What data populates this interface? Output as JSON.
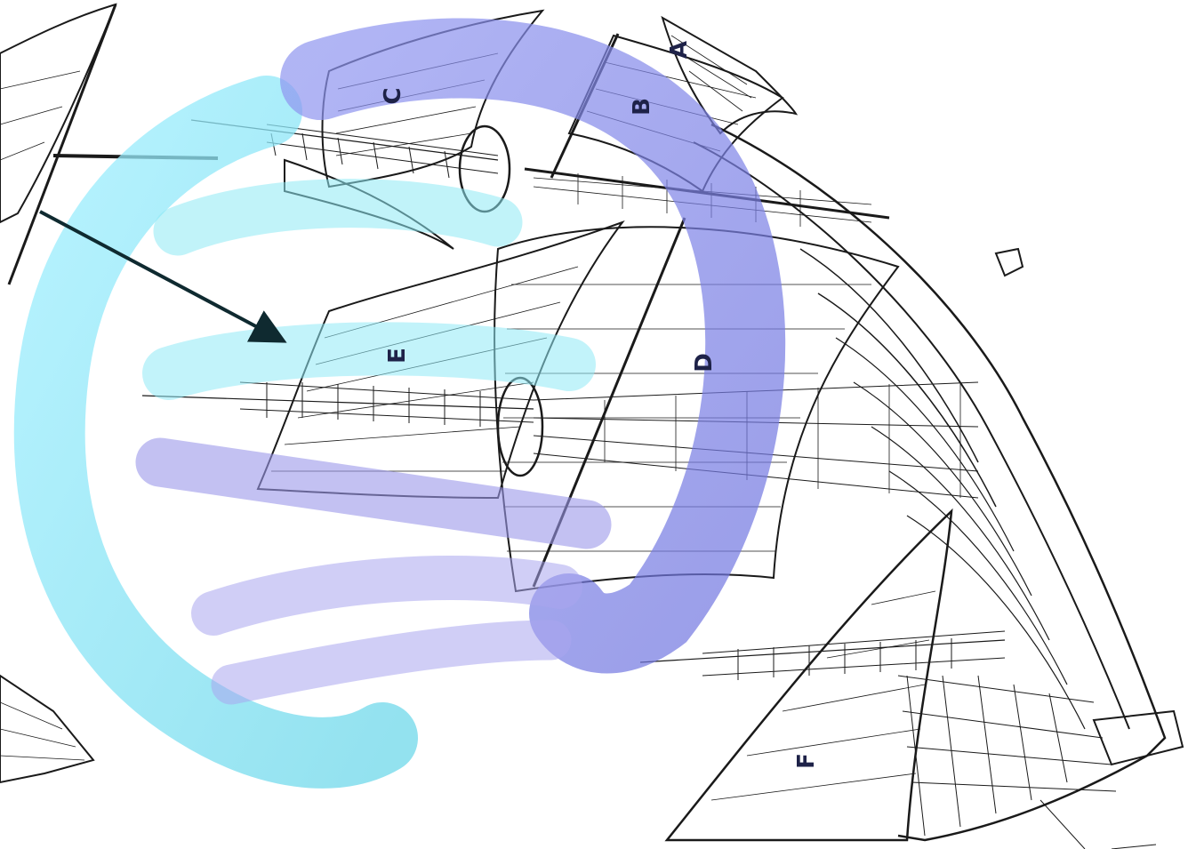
{
  "labels": {
    "a": "A",
    "b": "B",
    "c": "C",
    "d": "D",
    "e": "E",
    "f": "F"
  },
  "colors": {
    "cyan_swirl": "#7fe3ee",
    "blue_swirl": "#7f86e6",
    "violet_swirl": "#9a98ea",
    "ink": "#1a1a1a",
    "label_ink": "#1e2248"
  }
}
